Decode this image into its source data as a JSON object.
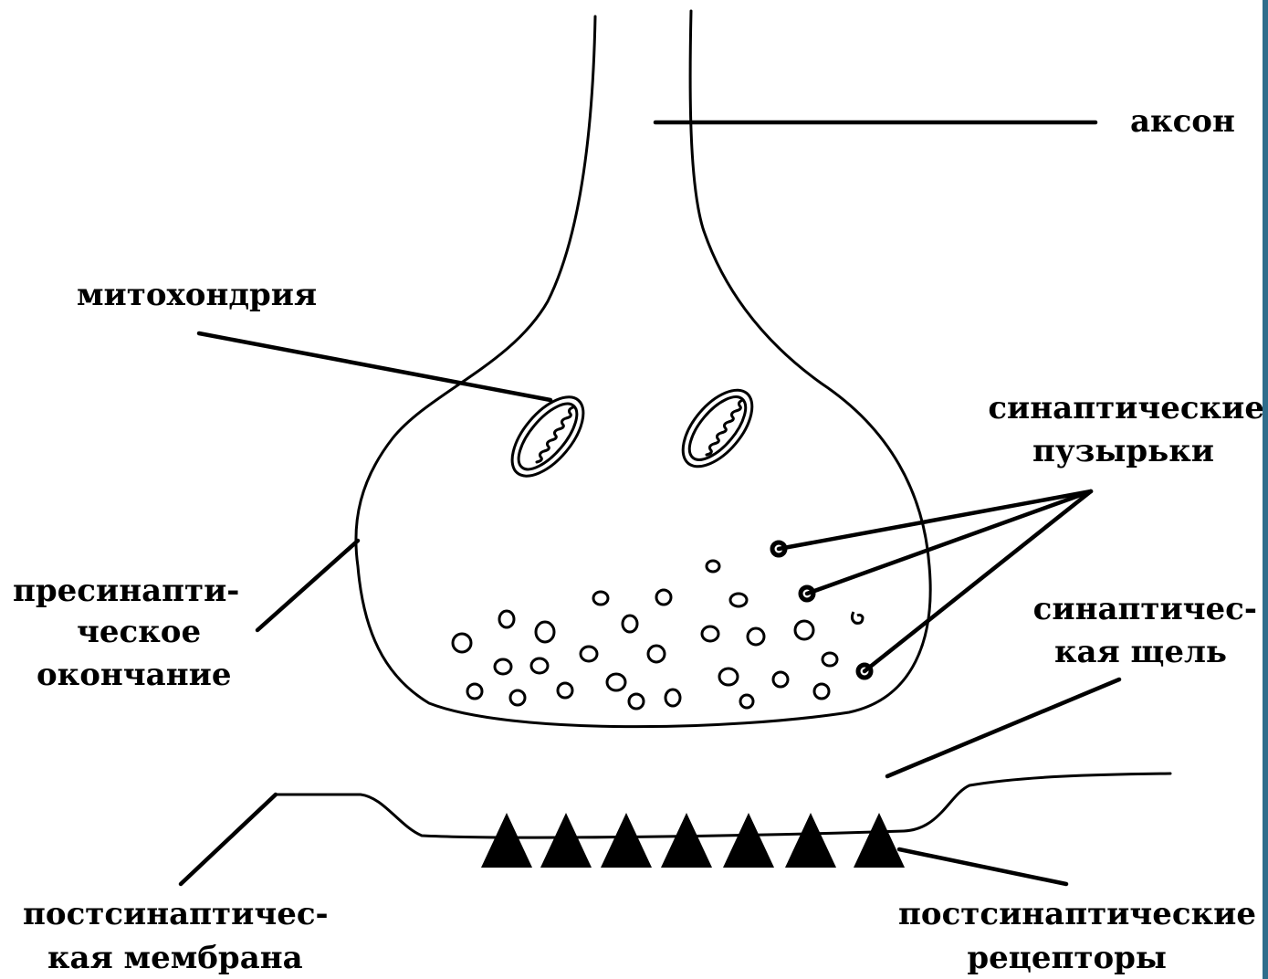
{
  "labels": {
    "axon": "аксон",
    "mitochondrion": "митохондрия",
    "vesicles_line1": "синаптические",
    "vesicles_line2": "пузырьки",
    "presynaptic_line1": "пресинапти-",
    "presynaptic_line2": "ческое",
    "presynaptic_line3": "окончание",
    "cleft_line1": "синаптичес-",
    "cleft_line2": "кая щель",
    "postmembrane_line1": "постсинаптичес-",
    "postmembrane_line2": "кая мембрана",
    "receptors_line1": "постсинаптические",
    "receptors_line2": "рецепторы"
  },
  "colors": {
    "ink": "#000000",
    "background": "#ffffff",
    "frame_edge": "#2f6d8c"
  }
}
